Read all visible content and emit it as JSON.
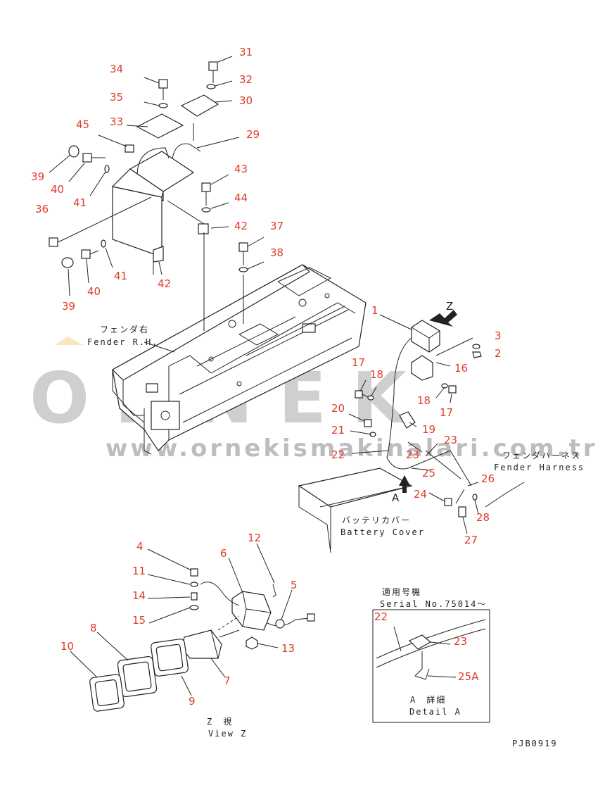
{
  "watermark": {
    "brand": "ORNEK",
    "url": "www.ornekismakinalari.com.tr"
  },
  "labels": {
    "fender_rh_jp": "フェンダ右",
    "fender_rh_en": "Fender R.H.",
    "fender_harness_jp": "フェンダハーネス",
    "fender_harness_en": "Fender Harness",
    "battery_cover_jp": "バッテリカバー",
    "battery_cover_en": "Battery Cover",
    "view_z_jp": "Z　視",
    "view_z_en": "View Z",
    "serial_jp": "適用号機",
    "serial_en": "Serial No.75014～",
    "detail_a_jp": "A　詳細",
    "detail_a_en": "Detail A",
    "arrow_a": "A",
    "arrow_z": "Z",
    "doc_code": "PJB0919"
  },
  "callouts": {
    "c31": "31",
    "c34": "34",
    "c32": "32",
    "c35": "35",
    "c30": "30",
    "c33": "33",
    "c45": "45",
    "c29": "29",
    "c39a": "39",
    "c40a": "40",
    "c41a": "41",
    "c43": "43",
    "c44": "44",
    "c36": "36",
    "c42a": "42",
    "c37": "37",
    "c38": "38",
    "c40b": "40",
    "c41b": "41",
    "c42b": "42",
    "c39b": "39",
    "c1": "1",
    "c3": "3",
    "c2": "2",
    "c16": "16",
    "c17a": "17",
    "c18a": "18",
    "c18b": "18",
    "c17b": "17",
    "c20": "20",
    "c19": "19",
    "c21": "21",
    "c22": "22",
    "c23a": "23",
    "c23b": "23",
    "c25": "25",
    "c26": "26",
    "c24": "24",
    "c28": "28",
    "c27": "27",
    "c4": "4",
    "c6": "6",
    "c12": "12",
    "c11": "11",
    "c5": "5",
    "c14": "14",
    "c15": "15",
    "c8": "8",
    "c13": "13",
    "c10": "10",
    "c7": "7",
    "c9": "9",
    "d22": "22",
    "d23": "23",
    "d25a": "25A"
  }
}
